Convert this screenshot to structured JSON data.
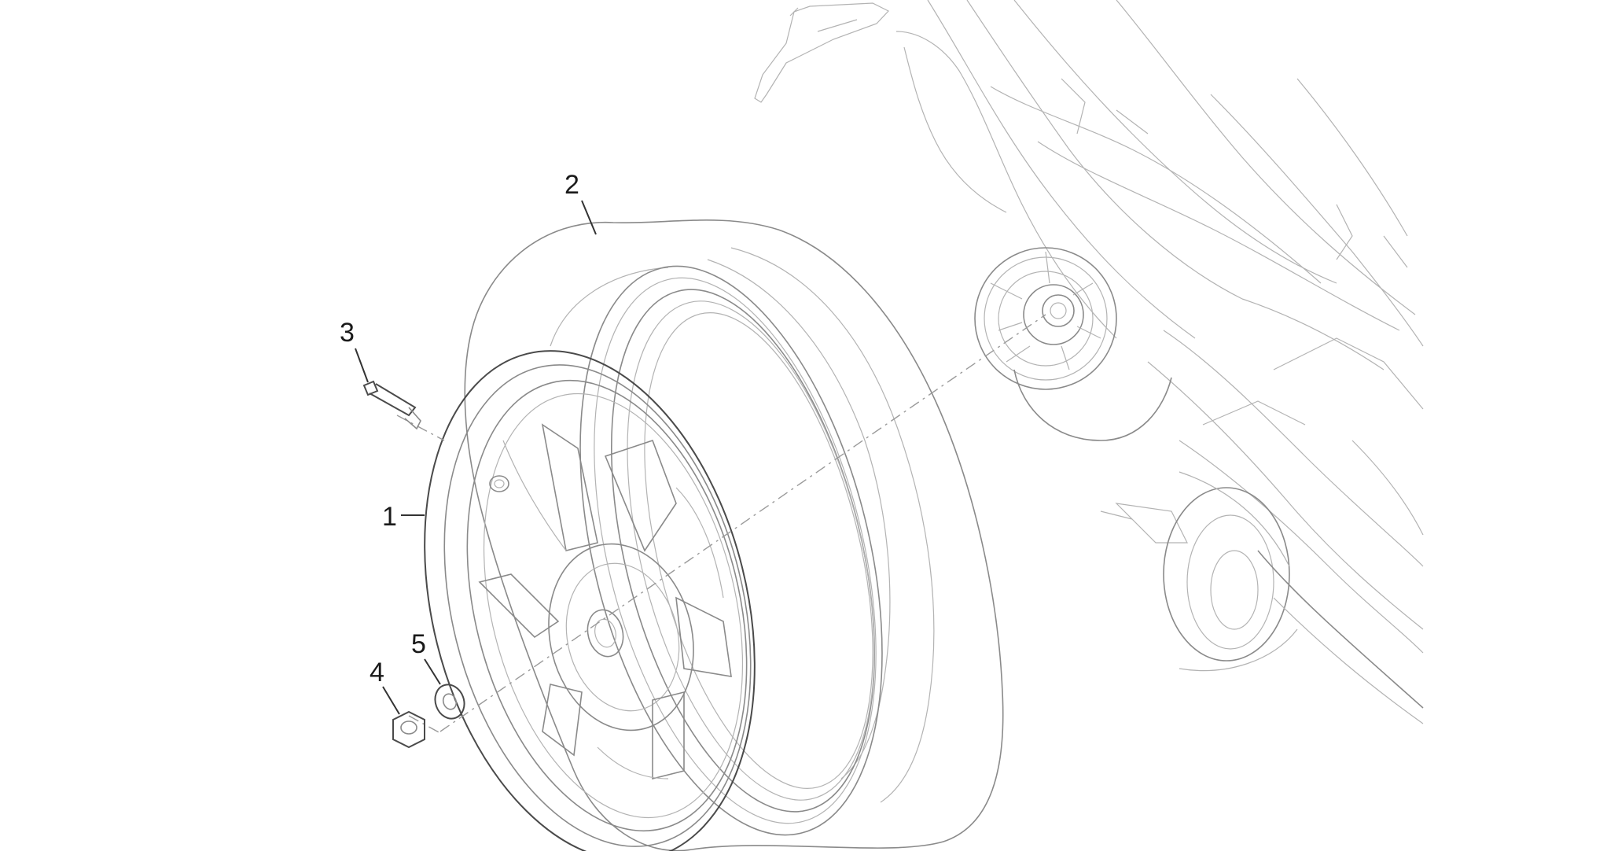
{
  "callouts": {
    "wheel_rim": "1",
    "tyre": "2",
    "valve": "3",
    "nut": "4",
    "washer": "5"
  },
  "colors": {
    "line": "#8a8a8a",
    "light_line": "#b3b3b3",
    "dark_line": "#4a4a4a",
    "background": "#ffffff"
  }
}
